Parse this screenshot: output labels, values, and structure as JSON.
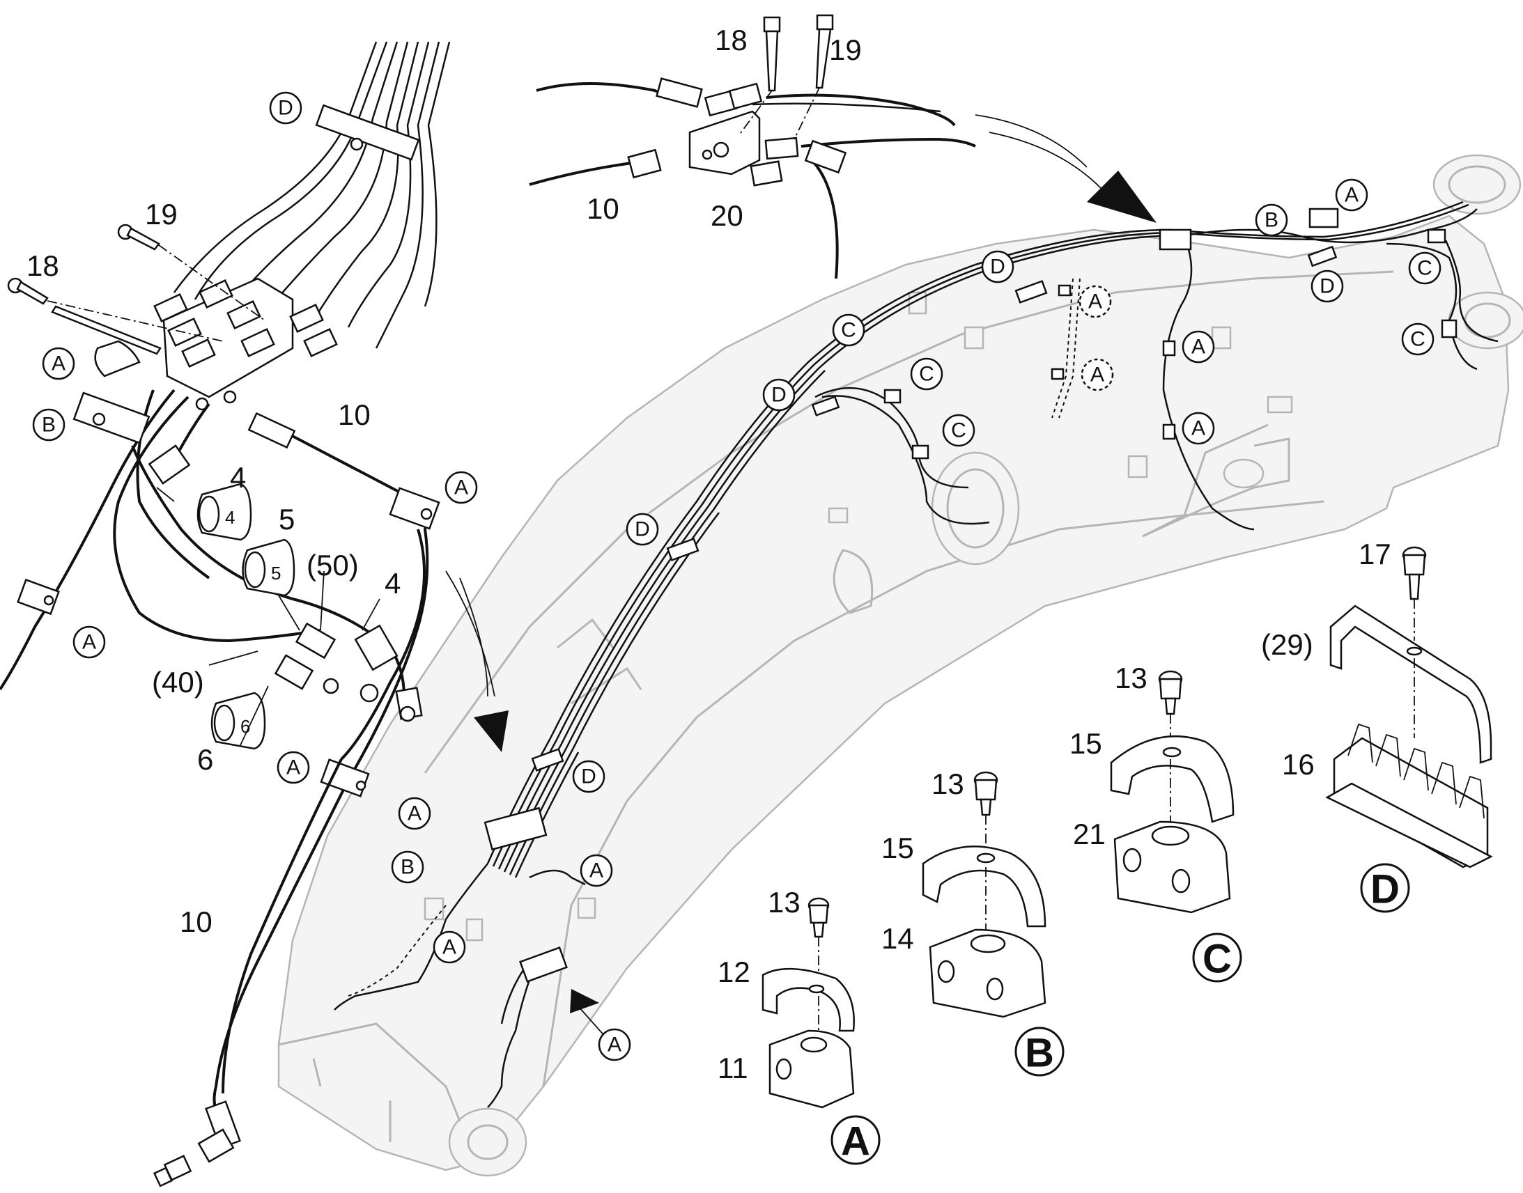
{
  "diagram": {
    "part_numbers": {
      "n18_left": "18",
      "n19_left": "19",
      "n18_top": "18",
      "n19_top": "19",
      "n10_top": "10",
      "n20_top": "20",
      "n10_left": "10",
      "n10_bottom": "10",
      "n4_a": "4",
      "n5": "5",
      "n50": "(50)",
      "n4_b": "4",
      "n40": "(40)",
      "n6": "6",
      "n13_a": "13",
      "n12": "12",
      "n11": "11",
      "n13_b": "13",
      "n15_b": "15",
      "n14": "14",
      "n13_c": "13",
      "n15_c": "15",
      "n21": "21",
      "n17": "17",
      "n29": "(29)",
      "n16": "16"
    },
    "cap_labels": {
      "cap4": "4",
      "cap5": "5",
      "cap6": "6"
    },
    "clamp_callouts": {
      "A": "A",
      "B": "B",
      "C": "C",
      "D": "D"
    },
    "clamp_sets": {
      "A": "A",
      "B": "B",
      "C": "C",
      "D": "D"
    }
  }
}
